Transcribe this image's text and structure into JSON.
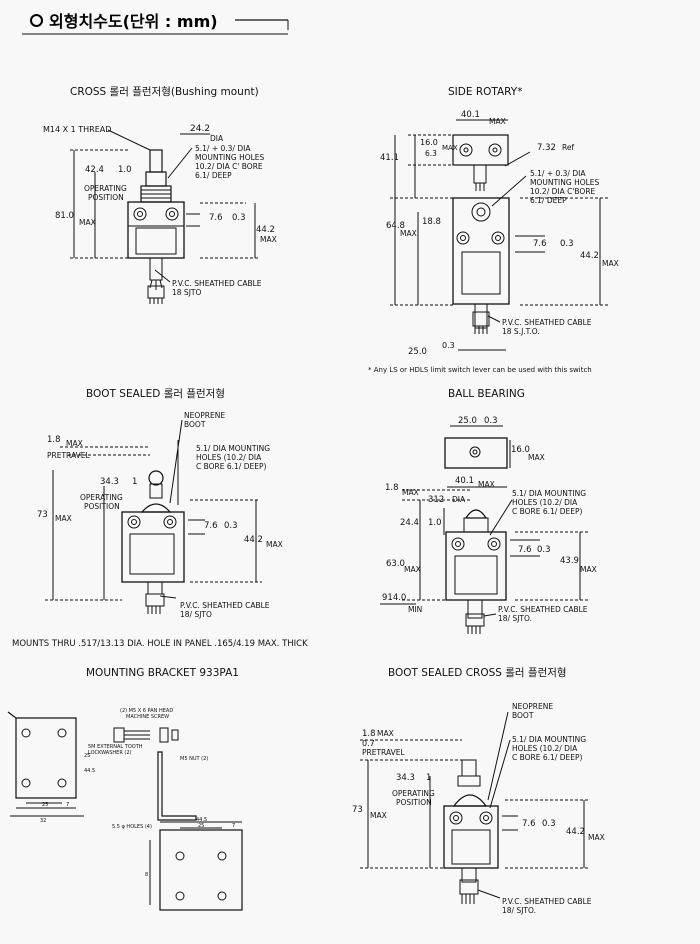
{
  "header": {
    "title": "외형치수도(단위 : mm)"
  },
  "cross_roller": {
    "title": "CROSS 롤러 플런저형(Bushing mount)",
    "thread": "M14 X 1 THREAD",
    "dia_top": "24.2",
    "dia_label": "DIA",
    "holes_note": [
      "5.1/    + 0.3/   DIA",
      "MOUNTING HOLES",
      "10.2/    DIA C' BORE",
      "6.1/      DEEP"
    ],
    "op_pos_val": "42.4",
    "op_pos_tol": "1.0",
    "op_pos_label": [
      "OPERATING",
      "POSITION"
    ],
    "h_total": "81.0",
    "max": "MAX",
    "spacing": "7.6",
    "spacing_tol": "0.3",
    "body_h": "44.2",
    "cable": [
      "P.V.C. SHEATHED CABLE",
      "18  SJTO"
    ]
  },
  "side_rotary": {
    "title": "SIDE ROTARY*",
    "w_top": "40.1",
    "max": "MAX",
    "h_a": "16.0",
    "h_b": "6.3",
    "ref_val": "7.32",
    "ref_label": "Ref",
    "h_41": "41.1",
    "holes_note": [
      "5.1/    + 0.3/   DIA",
      "MOUNTING HOLES",
      "10.2/     DIA C'BORE",
      "6.1/      DEEP"
    ],
    "h_188": "18.8",
    "h_total": "64.8",
    "spacing": "7.6",
    "spacing_tol": "0.3",
    "body_h": "44.2",
    "cable": [
      "P.V.C. SHEATHED CABLE",
      "18  S.J.T.O."
    ],
    "width": "25.0",
    "width_tol": "0.3",
    "footnote": "* Any LS or HDLS limit switch lever can be used with this switch"
  },
  "boot_sealed": {
    "title": "BOOT SEALED 롤러 플런저형",
    "pretravel_val": "1.8",
    "pretravel_label": "PRETRAVEL",
    "max": "MAX",
    "neoprene": [
      "NEOPRENE",
      "BOOT"
    ],
    "holes_note": [
      "5.1/  DIA MOUNTING",
      "HOLES (10.2/    DIA",
      "C BORE 6.1/    DEEP)"
    ],
    "op_val": "34.3",
    "op_tol": "1",
    "op_label": [
      "OPERATING",
      "POSITION"
    ],
    "h_total": "73",
    "spacing": "7.6",
    "spacing_tol": "0.3",
    "body_h": "44.2",
    "cable": [
      "P.V.C. SHEATHED CABLE",
      "18/  SJTO"
    ]
  },
  "ball_bearing": {
    "title": "BALL BEARING",
    "w_top": "25.0",
    "w_top_tol": "0.3",
    "h_top": "16.0",
    "max": "MAX",
    "w_mid": "40.1",
    "pretravel_val": "1.8",
    "dia_val": "312",
    "dia_label": "DIA",
    "holes_note": [
      "5.1/    DIA MOUNTING",
      "HOLES (10.2/    DIA",
      "C BORE 6.1/    DEEP)"
    ],
    "op_val": "24.4",
    "op_tol": "1.0",
    "spacing": "7.6",
    "spacing_tol": "0.3",
    "h_total": "63.0",
    "body_h": "43.9",
    "cable_len": "914.0",
    "min": "MIN",
    "cable": [
      "P.V.C. SHEATHED CABLE",
      "18/  SJTO."
    ]
  },
  "mounts_note": "MOUNTS THRU .517/13.13 DIA. HOLE IN PANEL .165/4.19 MAX. THICK",
  "bracket": {
    "title": "MOUNTING BRACKET 933PA1",
    "screw": [
      "(2) M5 X 6 PAN HEAD",
      "MACHINE SCREW"
    ],
    "washer": [
      "5M EXTERNAL TOOTH",
      "LOCKWASHER (2)"
    ],
    "nut": "M5 NUT (2)",
    "holes": "5.5 φ HOLES (4)",
    "dims": [
      "25",
      "44.5",
      "25",
      "7",
      "32",
      "44.5",
      "25",
      "7",
      "8"
    ]
  },
  "boot_sealed_cross": {
    "title": "BOOT SEALED CROSS 롤러 플런저형",
    "pretravel_a": "1.8",
    "pretravel_b": "0.7",
    "max": "MAX",
    "pretravel_label": "PRETRAVEL",
    "neoprene": [
      "NEOPRENE",
      "BOOT"
    ],
    "holes_note": [
      "5.1/    DIA MOUNTING",
      "HOLES (10.2/    DIA",
      "C BORE 6.1/    DEEP)"
    ],
    "op_val": "34.3",
    "op_tol": "1",
    "op_label": [
      "OPERATING",
      "POSITION"
    ],
    "h_total": "73",
    "spacing": "7.6",
    "spacing_tol": "0.3",
    "body_h": "44.2",
    "cable": [
      "P.V.C. SHEATHED CABLE",
      "18/  SJTO."
    ]
  }
}
